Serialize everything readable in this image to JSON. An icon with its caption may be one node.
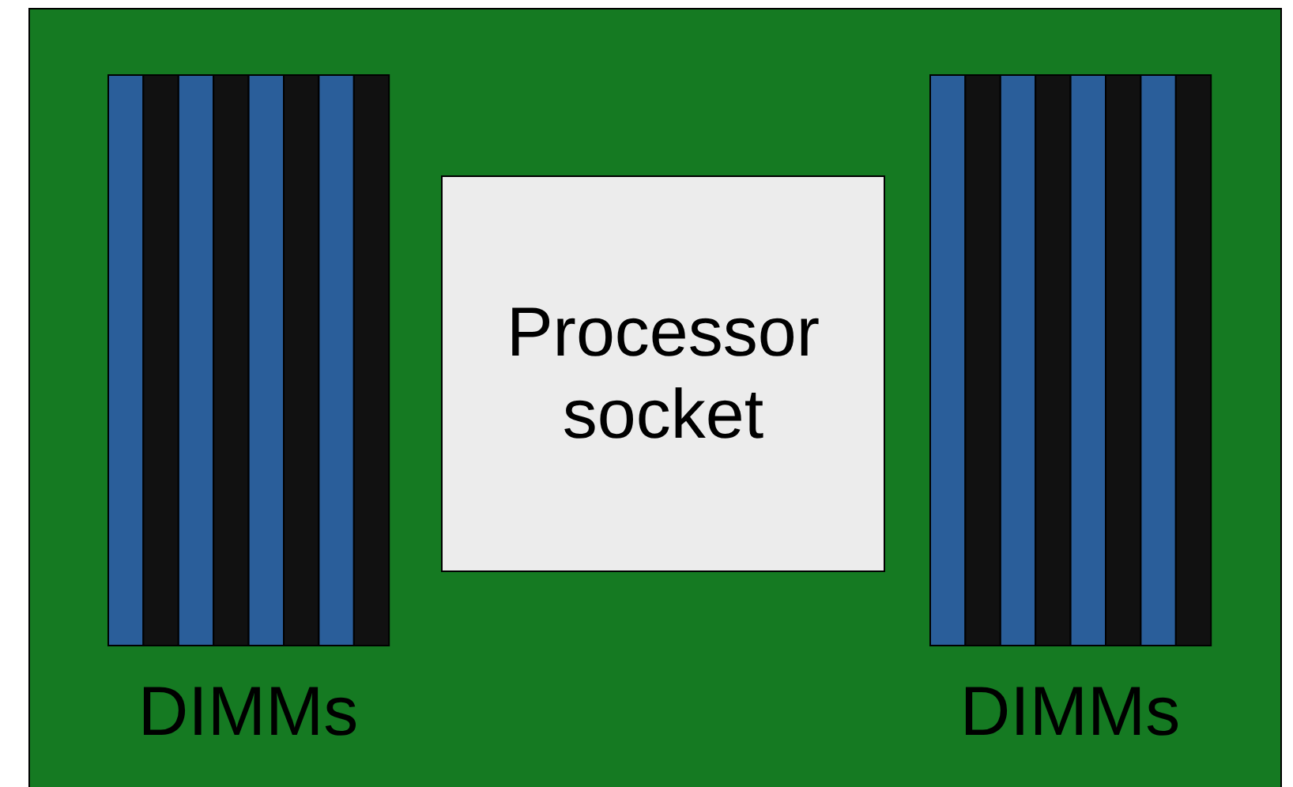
{
  "diagram": {
    "nodes": [
      {
        "text": [],
        "shape": "box"
      },
      {
        "text": [
          "DIMMs"
        ],
        "in": 0
      },
      {
        "text": [
          "Processor socket"
        ],
        "in": 0
      },
      {
        "text": [
          "DIMMs"
        ],
        "in": 0
      }
    ],
    "edges": []
  }
}
